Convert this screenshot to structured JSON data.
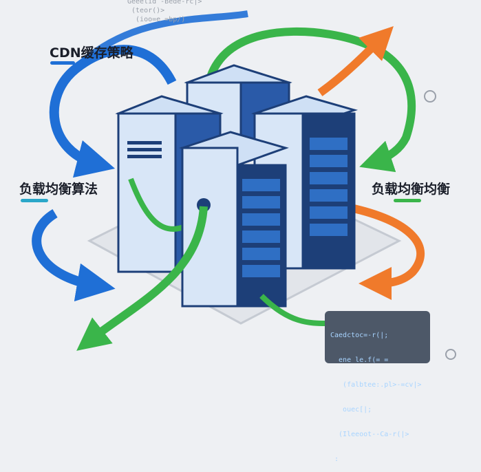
{
  "labels": {
    "cdn": "CDN缓存策略",
    "lb_algorithm": "负载均衡算法",
    "lb_balance": "负载均衡均衡"
  },
  "code_top": [
    "Geeelid -Bede-rc|>",
    " (teor()>",
    "  (ioo=e =bp/)"
  ],
  "code_panel": [
    "Caedctoc=-r(|;",
    "  ene le.f(= =",
    "   (falbtee:.pl>-=cv|>",
    "   ouec[|;",
    "  (Ileeoot--Ca-r(|>",
    " :"
  ],
  "colors": {
    "blue": "#1f6fd6",
    "green": "#3ab54a",
    "orange": "#f07a2b",
    "server_light": "#d8e6f7",
    "server_dark": "#1d3f78",
    "panel": "#4d5868"
  }
}
